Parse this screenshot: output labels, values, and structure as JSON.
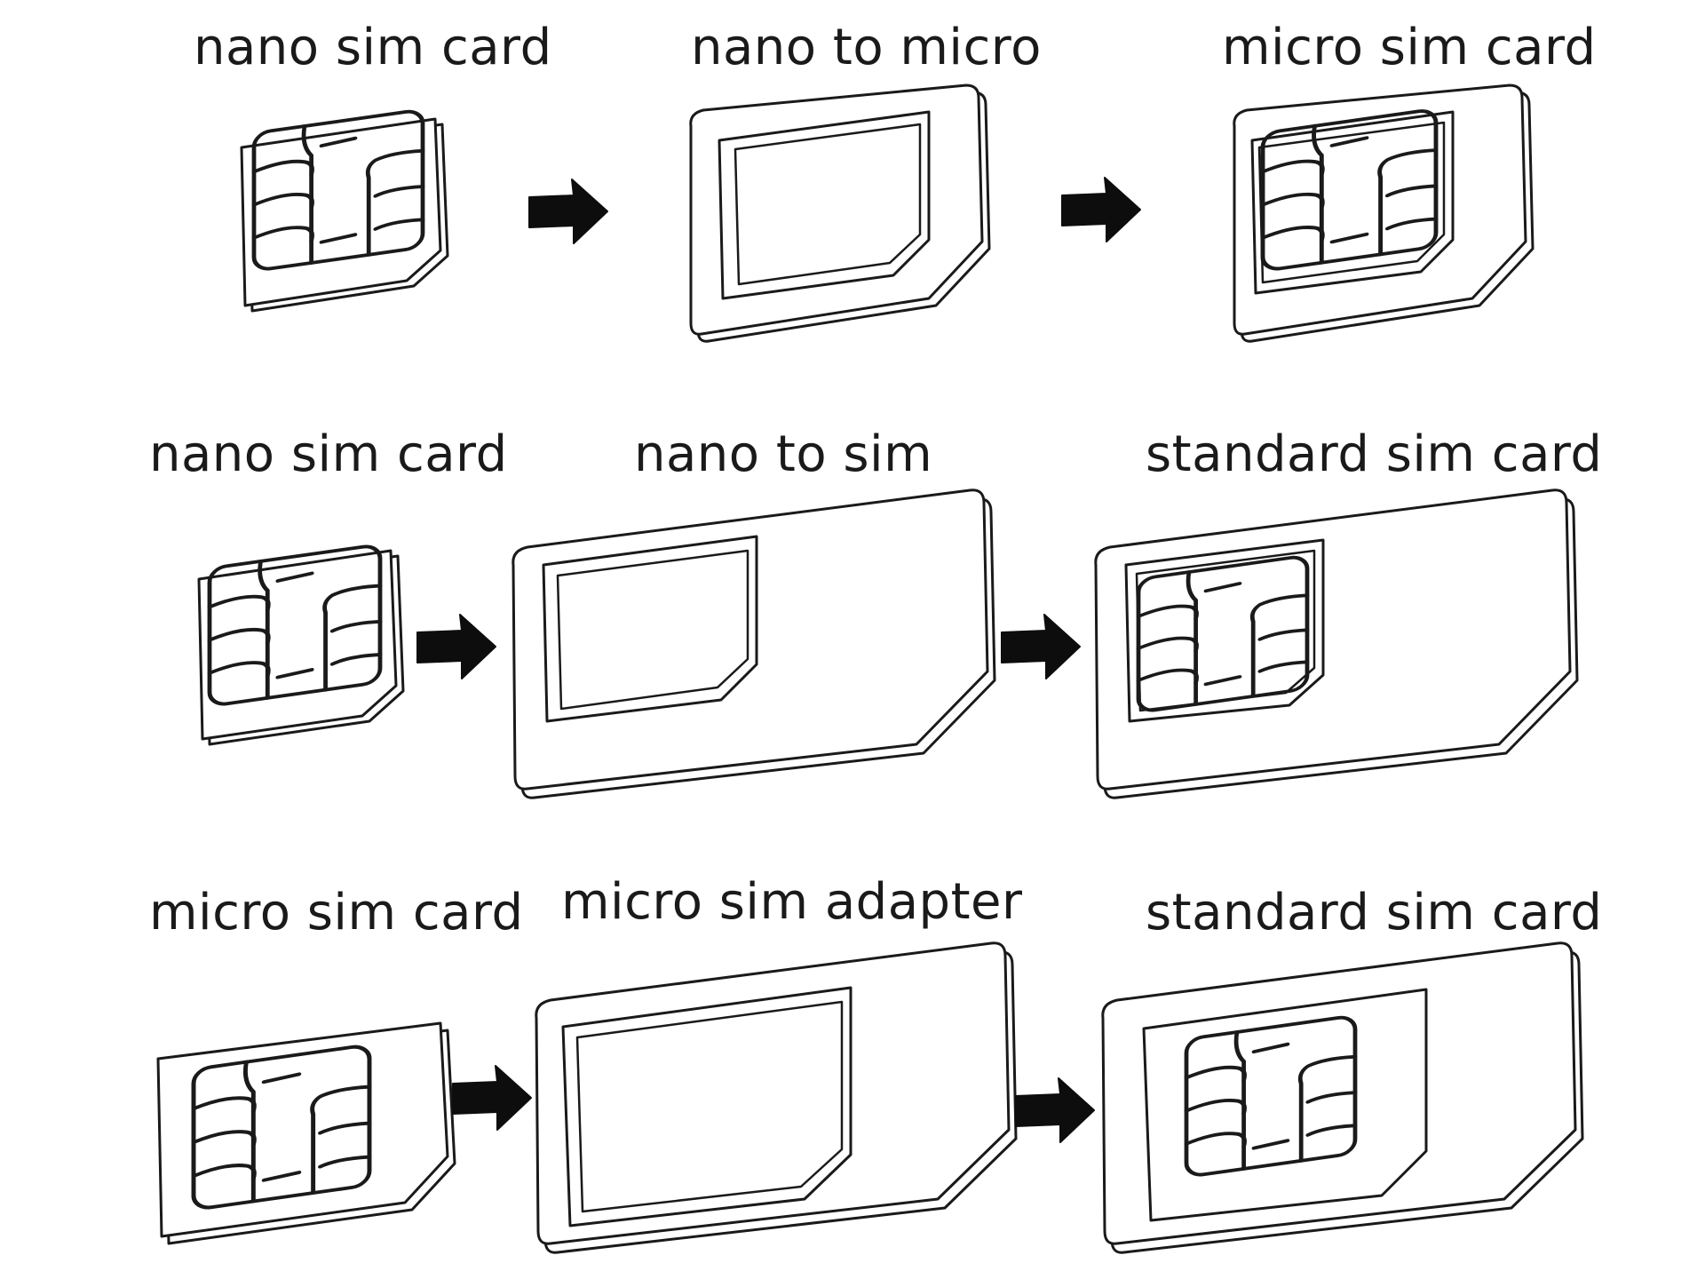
{
  "rows": [
    {
      "items": [
        {
          "label": "nano sim card"
        },
        {
          "label": "nano to micro"
        },
        {
          "label": "micro sim card"
        }
      ]
    },
    {
      "items": [
        {
          "label": "nano sim card"
        },
        {
          "label": "nano to sim"
        },
        {
          "label": "standard sim card"
        }
      ]
    },
    {
      "items": [
        {
          "label": "micro sim card"
        },
        {
          "label": "micro sim adapter"
        },
        {
          "label": "standard sim card"
        }
      ]
    }
  ],
  "icons": {
    "flow_arrow": "right-arrow-icon",
    "chip": "sim-chip-icon"
  }
}
